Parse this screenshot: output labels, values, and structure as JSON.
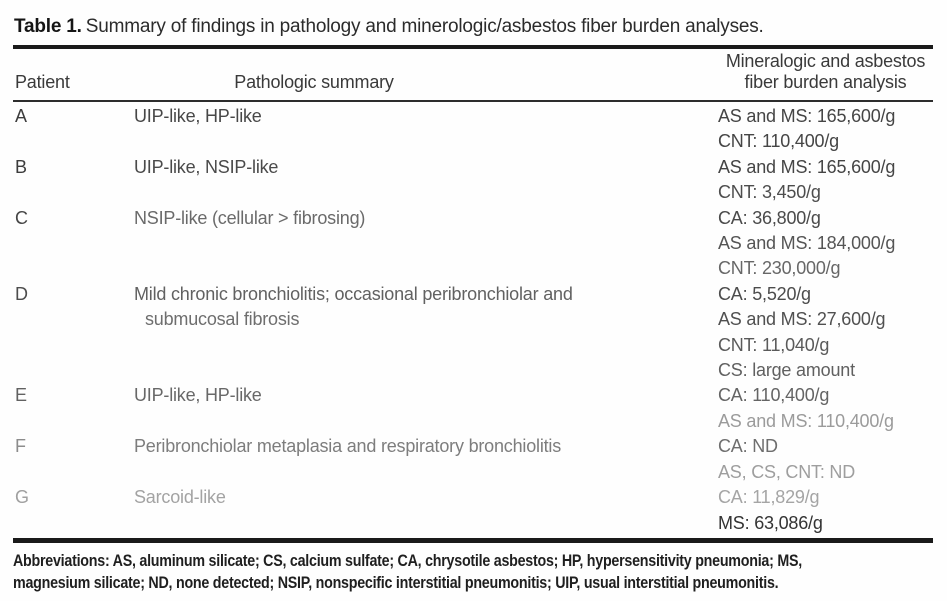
{
  "title": {
    "label": "Table 1.",
    "caption": "Summary of findings in pathology and minerologic/asbestos fiber burden analyses."
  },
  "headers": {
    "patient": "Patient",
    "summary": "Pathologic summary",
    "analysis_line1": "Mineralogic and asbestos",
    "analysis_line2": "fiber burden analysis"
  },
  "rows": [
    {
      "patient": "A",
      "patient_color": "#3c3c3c",
      "summary_lines": [
        "UIP-like, HP-like"
      ],
      "summary_colors": [
        "#474747"
      ],
      "analysis_lines": [
        "AS and MS: 165,600/g",
        "CNT: 110,400/g"
      ],
      "analysis_colors": [
        "#454545",
        "#454545"
      ]
    },
    {
      "patient": "B",
      "patient_color": "#3c3c3c",
      "summary_lines": [
        "UIP-like, NSIP-like"
      ],
      "summary_colors": [
        "#4a4a4a"
      ],
      "analysis_lines": [
        "AS and MS: 165,600/g",
        "CNT: 3,450/g"
      ],
      "analysis_colors": [
        "#454545",
        "#4d4d4d"
      ]
    },
    {
      "patient": "C",
      "patient_color": "#454545",
      "summary_lines": [
        "NSIP-like (cellular > fibrosing)"
      ],
      "summary_colors": [
        "#6a6a6a"
      ],
      "analysis_lines": [
        "CA: 36,800/g",
        "AS and MS: 184,000/g",
        "CNT: 230,000/g"
      ],
      "analysis_colors": [
        "#4a4a4a",
        "#555555",
        "#676767"
      ]
    },
    {
      "patient": "D",
      "patient_color": "#4d4d4d",
      "summary_lines": [
        "Mild chronic bronchiolitis; occasional peribronchiolar and",
        "submucosal fibrosis"
      ],
      "summary_colors": [
        "#616161",
        "#6e6e6e"
      ],
      "analysis_lines": [
        "CA: 5,520/g",
        "AS and MS: 27,600/g",
        "CNT: 11,040/g",
        "CS: large amount"
      ],
      "analysis_colors": [
        "#4c4c4c",
        "#505050",
        "#5a5a5a",
        "#606060"
      ]
    },
    {
      "patient": "E",
      "patient_color": "#616161",
      "summary_lines": [
        "UIP-like, HP-like"
      ],
      "summary_colors": [
        "#686868"
      ],
      "analysis_lines": [
        "CA: 110,400/g",
        "AS and MS: 110,400/g"
      ],
      "analysis_colors": [
        "#646464",
        "#9b9b9b"
      ]
    },
    {
      "patient": "F",
      "patient_color": "#8c8c8c",
      "summary_lines": [
        "Peribronchiolar metaplasia and respiratory bronchiolitis"
      ],
      "summary_colors": [
        "#7d7d7d"
      ],
      "analysis_lines": [
        "CA: ND",
        "AS, CS, CNT: ND"
      ],
      "analysis_colors": [
        "#6e6e6e",
        "#9e9e9e"
      ]
    },
    {
      "patient": "G",
      "patient_color": "#a0a0a0",
      "summary_lines": [
        "Sarcoid-like"
      ],
      "summary_colors": [
        "#a3a3a3"
      ],
      "analysis_lines": [
        "CA: 11,829/g",
        "MS: 63,086/g"
      ],
      "analysis_colors": [
        "#a5a5a5",
        "#333333"
      ]
    }
  ],
  "footnote": {
    "line1": "Abbreviations: AS, aluminum silicate; CS, calcium sulfate; CA, chrysotile asbestos; HP, hypersensitivity pneumonia; MS,",
    "line2": "magnesium silicate; ND, none detected; NSIP, nonspecific interstitial pneumonitis; UIP, usual interstitial pneumonitis."
  },
  "colors": {
    "rule": "#1a1a1a",
    "title_ink": "#2b2b2b",
    "footnote_ink": "#1f1f1f"
  }
}
